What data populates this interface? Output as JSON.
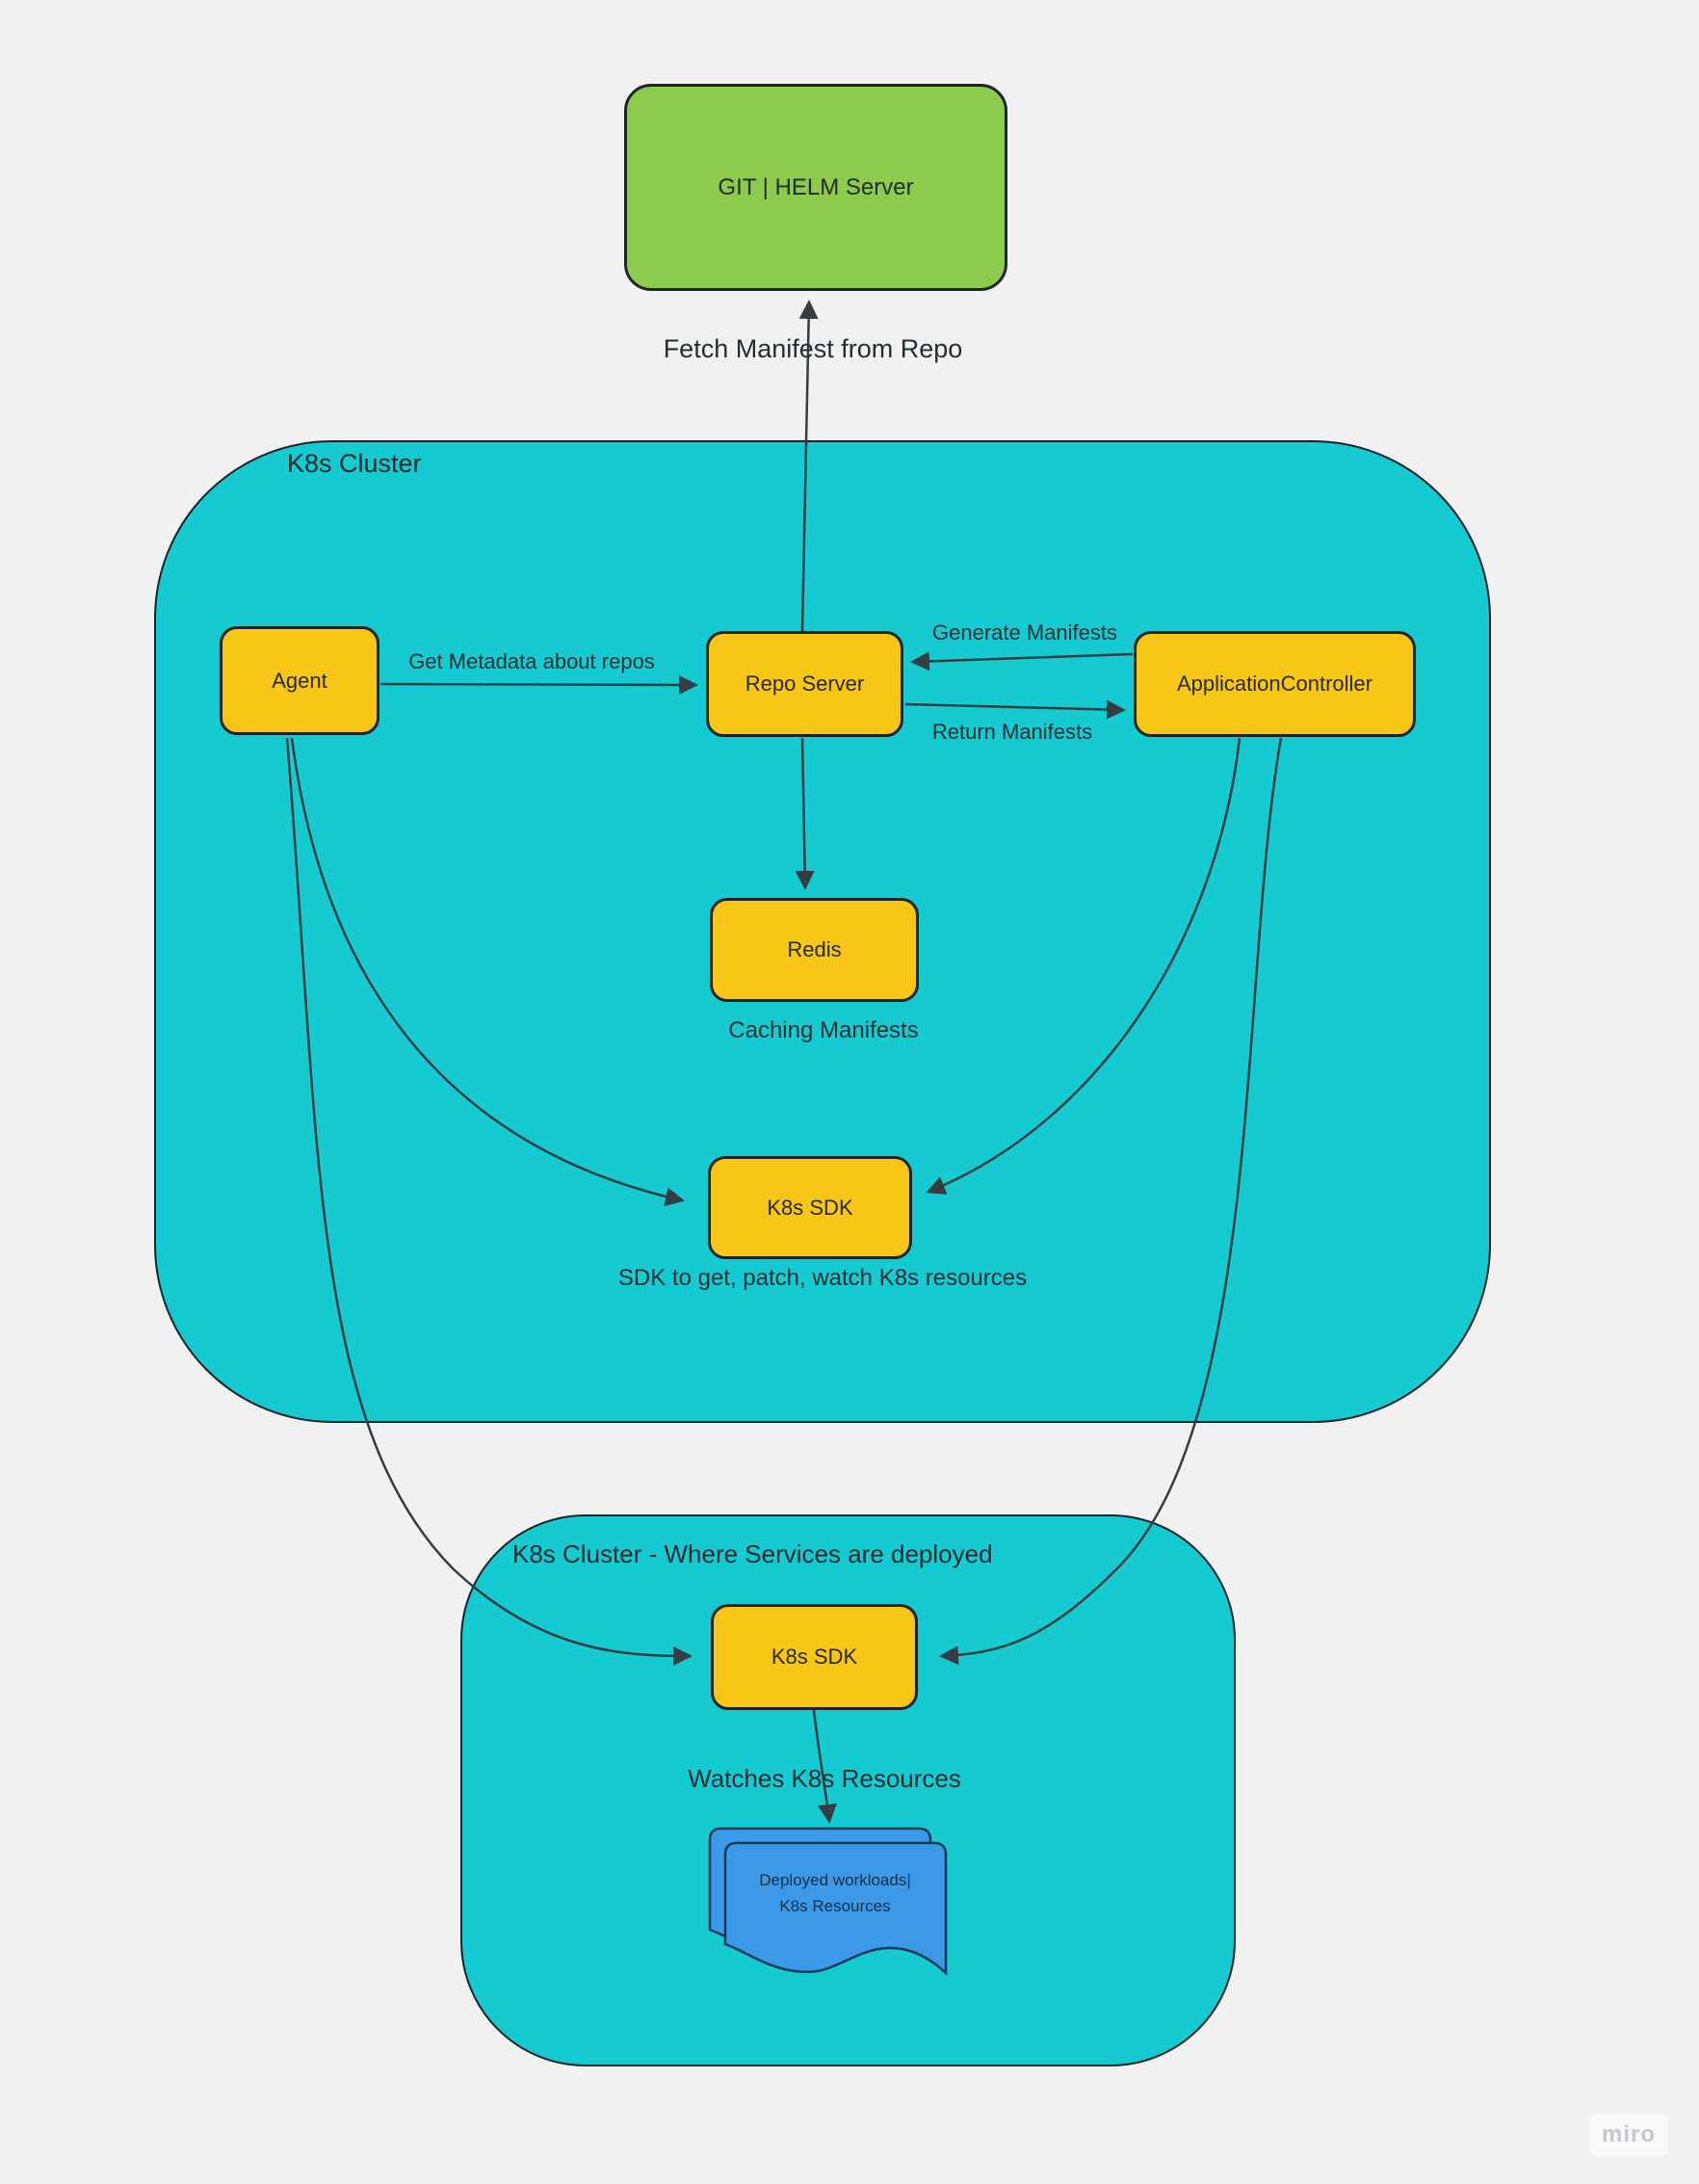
{
  "page": {
    "watermark": "miro"
  },
  "palette": {
    "background": "#f0f1f0",
    "cluster_teal": "#15cad1",
    "node_yellow": "#f8c617",
    "server_green": "#8ccb4d",
    "document_blue": "#3b99e8",
    "connector": "#333d42",
    "text": "#202c31"
  },
  "top": {
    "git_server_label": "GIT | HELM Server",
    "fetch_label": "Fetch Manifest from Repo"
  },
  "cluster1": {
    "title": "K8s Cluster",
    "agent_label": "Agent",
    "repo_server_label": "Repo Server",
    "app_controller_label": "ApplicationController",
    "redis_label": "Redis",
    "sdk_label": "K8s SDK",
    "get_metadata_label": "Get Metadata about repos",
    "generate_label": "Generate Manifests",
    "return_label": "Return Manifests",
    "caching_label": "Caching Manifests",
    "sdk_caption": "SDK to get, patch, watch K8s resources"
  },
  "cluster2": {
    "title": "K8s Cluster - Where Services are deployed",
    "sdk_label": "K8s SDK",
    "watches_label": "Watches K8s Resources",
    "document_line1": "Deployed workloads|",
    "document_line2": "K8s Resources"
  }
}
